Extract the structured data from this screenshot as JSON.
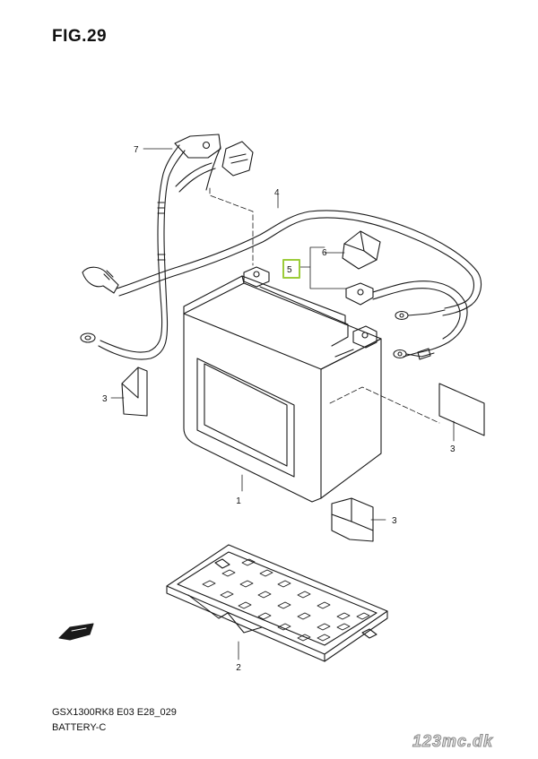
{
  "figure": {
    "title": "FIG.29"
  },
  "callouts": [
    {
      "id": "1",
      "part": "battery"
    },
    {
      "id": "2",
      "part": "battery-tray"
    },
    {
      "id": "3",
      "part": "pad-left"
    },
    {
      "id": "3",
      "part": "pad-right"
    },
    {
      "id": "3",
      "part": "pad-front"
    },
    {
      "id": "4",
      "part": "harness"
    },
    {
      "id": "5",
      "part": "terminal-lead"
    },
    {
      "id": "6",
      "part": "cover"
    },
    {
      "id": "7",
      "part": "relay-connector"
    }
  ],
  "highlight_color": "#9ccc3a",
  "caption": {
    "code": "GSX1300RK8 E03 E28_029",
    "name": "BATTERY-C"
  },
  "watermark": "123mc.dk"
}
